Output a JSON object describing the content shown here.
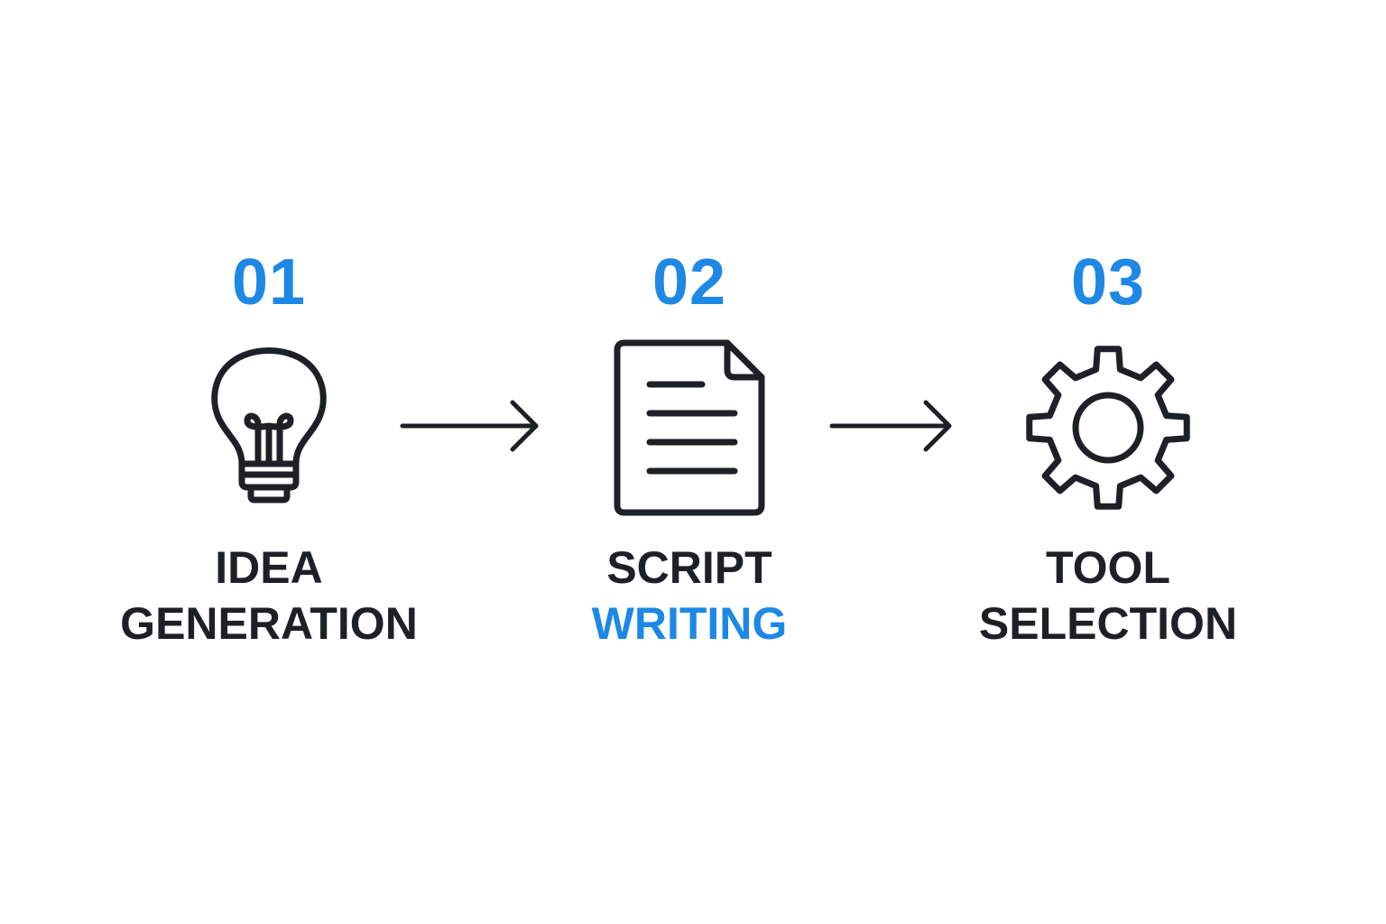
{
  "colors": {
    "accent": "#1e88e5",
    "ink": "#1d2125",
    "background": "#ffffff"
  },
  "steps": [
    {
      "number": "01",
      "icon": "lightbulb-icon",
      "label_line1": "IDEA",
      "label_line2": "GENERATION"
    },
    {
      "number": "02",
      "icon": "document-icon",
      "label_line1": "SCRIPT",
      "label_line2": "WRITING"
    },
    {
      "number": "03",
      "icon": "gear-icon",
      "label_line1": "TOOL",
      "label_line2": "SELECTION"
    }
  ],
  "connectors": [
    {
      "icon": "arrow-right-icon"
    },
    {
      "icon": "arrow-right-icon"
    }
  ]
}
